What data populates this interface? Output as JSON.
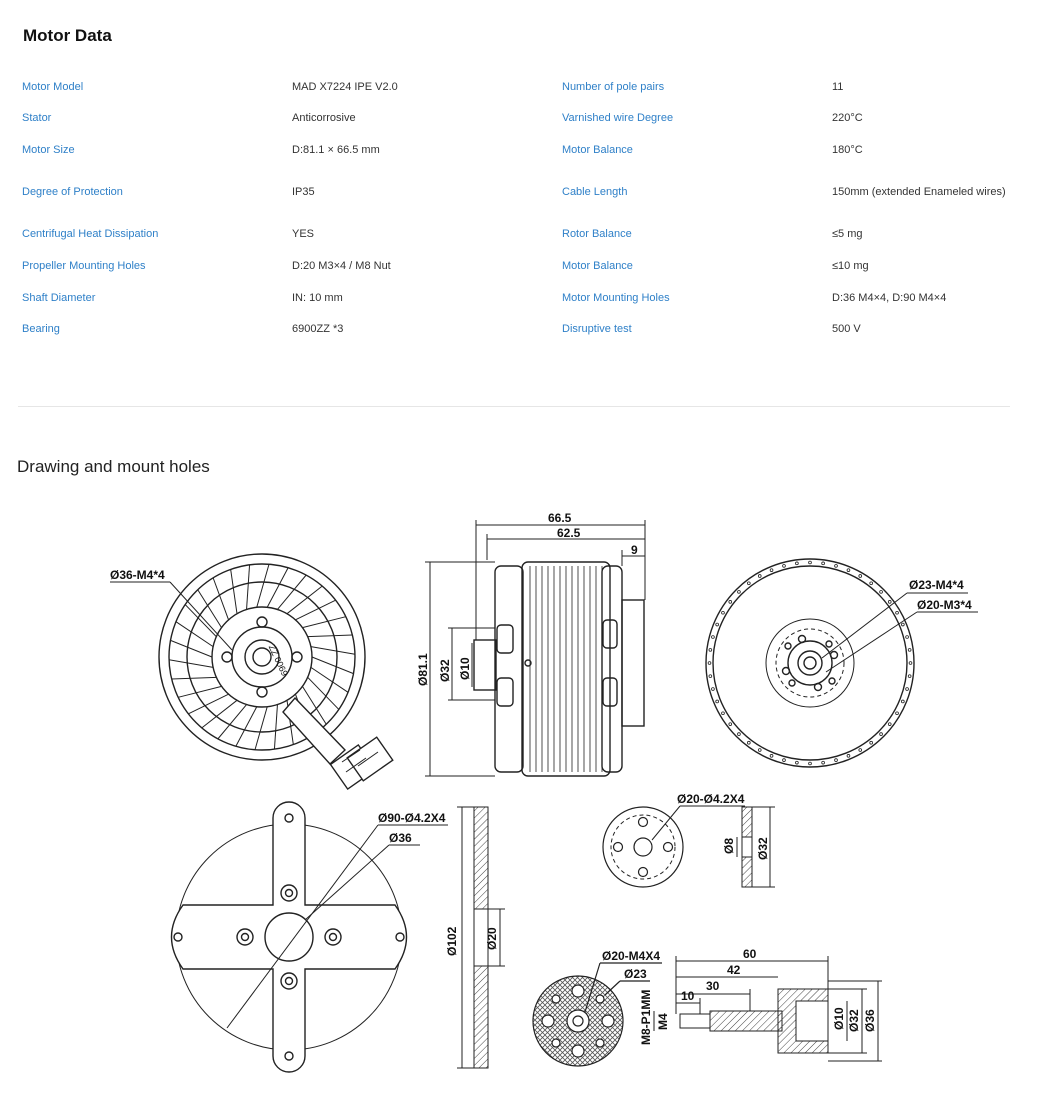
{
  "motor_data": {
    "title": "Motor Data",
    "rows": [
      {
        "k1": "Motor Model",
        "v1": "MAD X7224 IPE V2.0",
        "k2": "Number of pole pairs",
        "v2": "11"
      },
      {
        "k1": "Stator",
        "v1": "Anticorrosive",
        "k2": "Varnished wire Degree",
        "v2": "220°C"
      },
      {
        "k1": "Motor Size",
        "v1": "D:81.1 × 66.5 mm",
        "k2": "Motor Balance",
        "v2": "180°C"
      },
      {
        "k1": "Degree of Protection",
        "v1": "IP35",
        "k2": "Cable Length",
        "v2": "150mm  (extended Enameled wires)"
      },
      {
        "k1": "Centrifugal Heat Dissipation",
        "v1": "YES",
        "k2": "Rotor Balance",
        "v2": "≤5 mg"
      },
      {
        "k1": "Propeller Mounting Holes",
        "v1": "D:20 M3×4 / M8 Nut",
        "k2": "Motor Balance",
        "v2": "≤10 mg"
      },
      {
        "k1": "Shaft Diameter",
        "v1": "IN: 10 mm",
        "k2": "Motor Mounting Holes",
        "v2": "D:36 M4×4, D:90 M4×4"
      },
      {
        "k1": "Bearing",
        "v1": "6900ZZ *3",
        "k2": "Disruptive test",
        "v2": "500 V"
      }
    ]
  },
  "drawing": {
    "title": "Drawing and mount holes",
    "labels": {
      "bottom_hole": "Ø36-M4*4",
      "len_total": "66.5",
      "len_body": "62.5",
      "len_shaft": "9",
      "dia_body": "Ø81.1",
      "dia_32": "Ø32",
      "dia_10": "Ø10",
      "top_hole_23": "Ø23-M4*4",
      "top_hole_20": "Ø20-M3*4",
      "mount_90": "Ø90-Ø4.2X4",
      "mount_36": "Ø36",
      "mount_102": "Ø102",
      "mount_20": "Ø20",
      "adapter_holes": "Ø20-Ø4.2X4",
      "adapter_8": "Ø8",
      "adapter_32": "Ø32",
      "prop_holes": "Ø20-M4X4",
      "prop_23": "Ø23",
      "prop_thread": "M8-P1MM",
      "prop_60": "60",
      "prop_42": "42",
      "prop_30": "30",
      "prop_10": "10",
      "prop_m4": "M4",
      "prop_d10": "Ø10",
      "prop_d32": "Ø32",
      "prop_d36": "Ø36",
      "stamp_text": "ZZ 0069"
    }
  }
}
